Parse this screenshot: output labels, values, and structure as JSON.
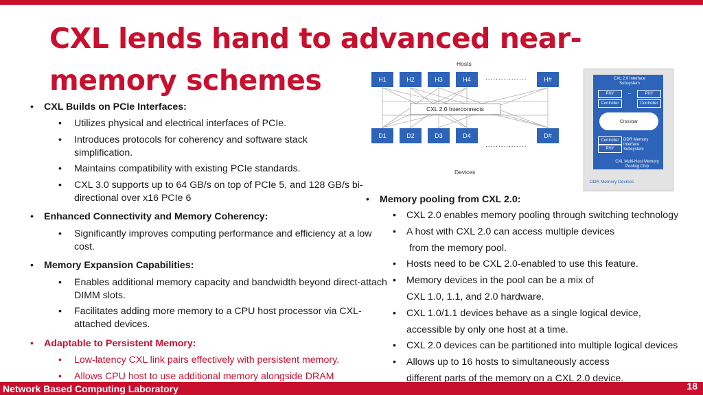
{
  "title": "CXL lends hand to advanced near-memory schemes",
  "left_bullets": [
    {
      "heading": "CXL Builds on PCIe Interfaces:",
      "items": [
        "Utilizes physical and electrical interfaces of PCIe.",
        "Introduces protocols for coherency and software stack simplification.",
        "Maintains compatibility with existing PCIe standards.",
        "CXL 3.0 supports up to 64 GB/s on top of PCIe 5, and 128 GB/s bi-directional over x16 PCIe 6"
      ]
    },
    {
      "heading": "Enhanced Connectivity and Memory Coherency:",
      "items": [
        "Significantly improves computing performance and efficiency at a low cost."
      ]
    },
    {
      "heading": "Memory Expansion Capabilities:",
      "items": [
        "Enables additional memory capacity and bandwidth beyond direct-attach DIMM slots.",
        "Facilitates adding more memory to a CPU host processor via CXL-attached devices."
      ]
    },
    {
      "heading": "Adaptable to Persistent Memory:",
      "items": [
        "Low-latency CXL link pairs effectively with persistent memory.",
        "Allows CPU host to use additional memory alongside DRAM"
      ]
    }
  ],
  "right_section": {
    "heading": "Memory pooling from CXL 2.0:",
    "items": [
      "CXL 2.0 enables memory pooling through switching technology",
      "A host with CXL 2.0 can access multiple devices",
      "from the memory pool.",
      "Hosts need to be CXL 2.0-enabled to use this feature.",
      "Memory devices in the pool can be a mix of",
      "CXL 1.0, 1.1, and 2.0 hardware.",
      "CXL 1.0/1.1 devices behave as a single logical device,",
      "accessible by only one host at a time.",
      "CXL 2.0 devices can be partitioned into multiple logical devices",
      "Allows up to 16 hosts to simultaneously access",
      "different parts of the memory on a CXL 2.0 device."
    ]
  },
  "diagram_hosts": {
    "label_hosts": "Hosts",
    "hosts": [
      "H1",
      "H2",
      "H3",
      "H4",
      "H#"
    ],
    "interconnect": "CXL 2.0 Interconnects",
    "devices": [
      "D1",
      "D2",
      "D3",
      "D4",
      "D#"
    ],
    "label_devices": "Devices",
    "dots": "................"
  },
  "diagram_pool": {
    "subsystem": "CXL 2.0 Interface Subsystem",
    "phy": "PHY",
    "controller": "Controller",
    "crossbar": "Crossbar",
    "ddr_subsystem": "DDR Memory Interface Subsystem",
    "chip_label": "CXL Multi-Host Memory Pooling Chip",
    "ddr_devices": "DDR Memory Devices",
    "ellipsis": "..."
  },
  "footer": {
    "lab": "Network Based Computing Laboratory",
    "page": "18"
  },
  "colors": {
    "accent": "#c8102e",
    "diagram_blue": "#2d63b8"
  }
}
